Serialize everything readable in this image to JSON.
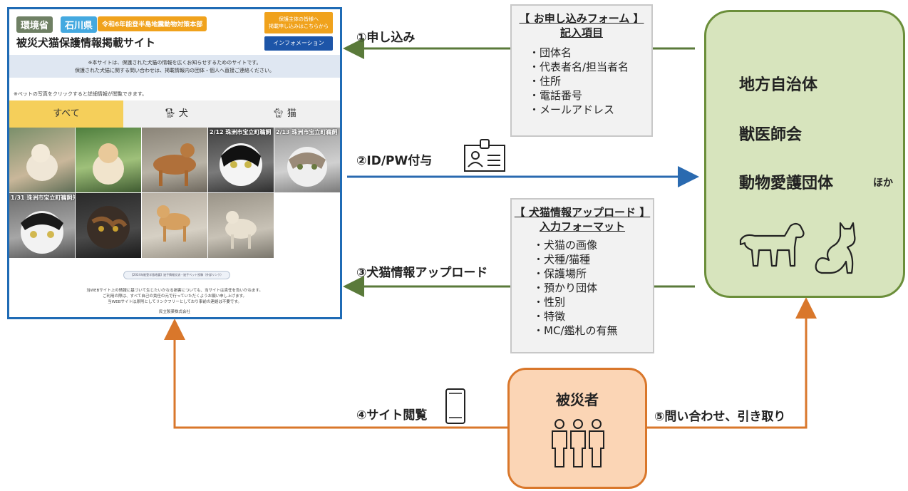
{
  "site": {
    "badge_ministry": "環境省",
    "badge_prefecture": "石川県",
    "badge_hq": "令和6年能登半島地震動物対策本部",
    "title": "被災犬猫保護情報掲載サイト",
    "apply_button_line1": "保護主体の皆様へ",
    "apply_button_line2": "掲載申し込みはこちらから",
    "info_button": "インフォメーション",
    "notice_line1": "※本サイトは、保護された犬猫の情報を広くお知らせするためのサイトです。",
    "notice_line2": "保護された犬猫に関する問い合わせは、掲載情報内の団体・個人へ直接ご連絡ください。",
    "hint": "※ペットの写真をクリックすると詳細情報が閲覧できます。",
    "tabs": [
      "すべて",
      "犬",
      "猫"
    ],
    "photo_captions": [
      "",
      "",
      "",
      "2/12 珠洲市宝立町鵜飼",
      "2/13 珠洲市宝立町鵜飼",
      "1/31 珠洲市宝立町鵜飼外",
      "",
      "",
      ""
    ],
    "pill_text": "【2024年能登半島地震】迷子情報交流・迷子ペット投稿（外部リンク）",
    "footer_line1": "当WEBサイト上の情報に基づいて生じたいかなる損害についても、当サイトは責任を負いかねます。",
    "footer_line2": "ご利用の際は、すべて自己の責任の元で行っていただくようお願い申し上げます。",
    "footer_line3": "当WEBサイトは原則としてリンクフリーとしており事前の連絡は不要です。",
    "footer_company": "民立製薬株式会社"
  },
  "steps": {
    "apply": "①申し込み",
    "idpw": "②ID/PW付与",
    "upload": "③犬猫情報アップロード",
    "browse": "④サイト閲覧",
    "inquiry": "⑤問い合わせ、引き取り"
  },
  "form_box": {
    "title_line1": "【 お申し込みフォーム 】",
    "title_line2": "記入項目",
    "items": [
      "・団体名",
      "・代表者名/担当者名",
      "・住所",
      "・電話番号",
      "・メールアドレス"
    ]
  },
  "upload_box": {
    "title_line1": "【 犬猫情報アップロード 】",
    "title_line2": "入力フォーマット",
    "items": [
      "・犬猫の画像",
      "・犬種/猫種",
      "・保護場所",
      "・預かり団体",
      "・性別",
      "・特徴",
      "・MC/鑑札の有無"
    ]
  },
  "organizations": {
    "items": [
      "地方自治体",
      "獣医師会",
      "動物愛護団体"
    ],
    "suffix": "ほか"
  },
  "victim": {
    "label": "被災者"
  },
  "colors": {
    "green_arrow": "#5a7a3a",
    "blue_arrow": "#2a6ab0",
    "orange_arrow": "#d9772b",
    "org_fill": "#d7e4bd",
    "victim_fill": "#fbd5b5"
  }
}
